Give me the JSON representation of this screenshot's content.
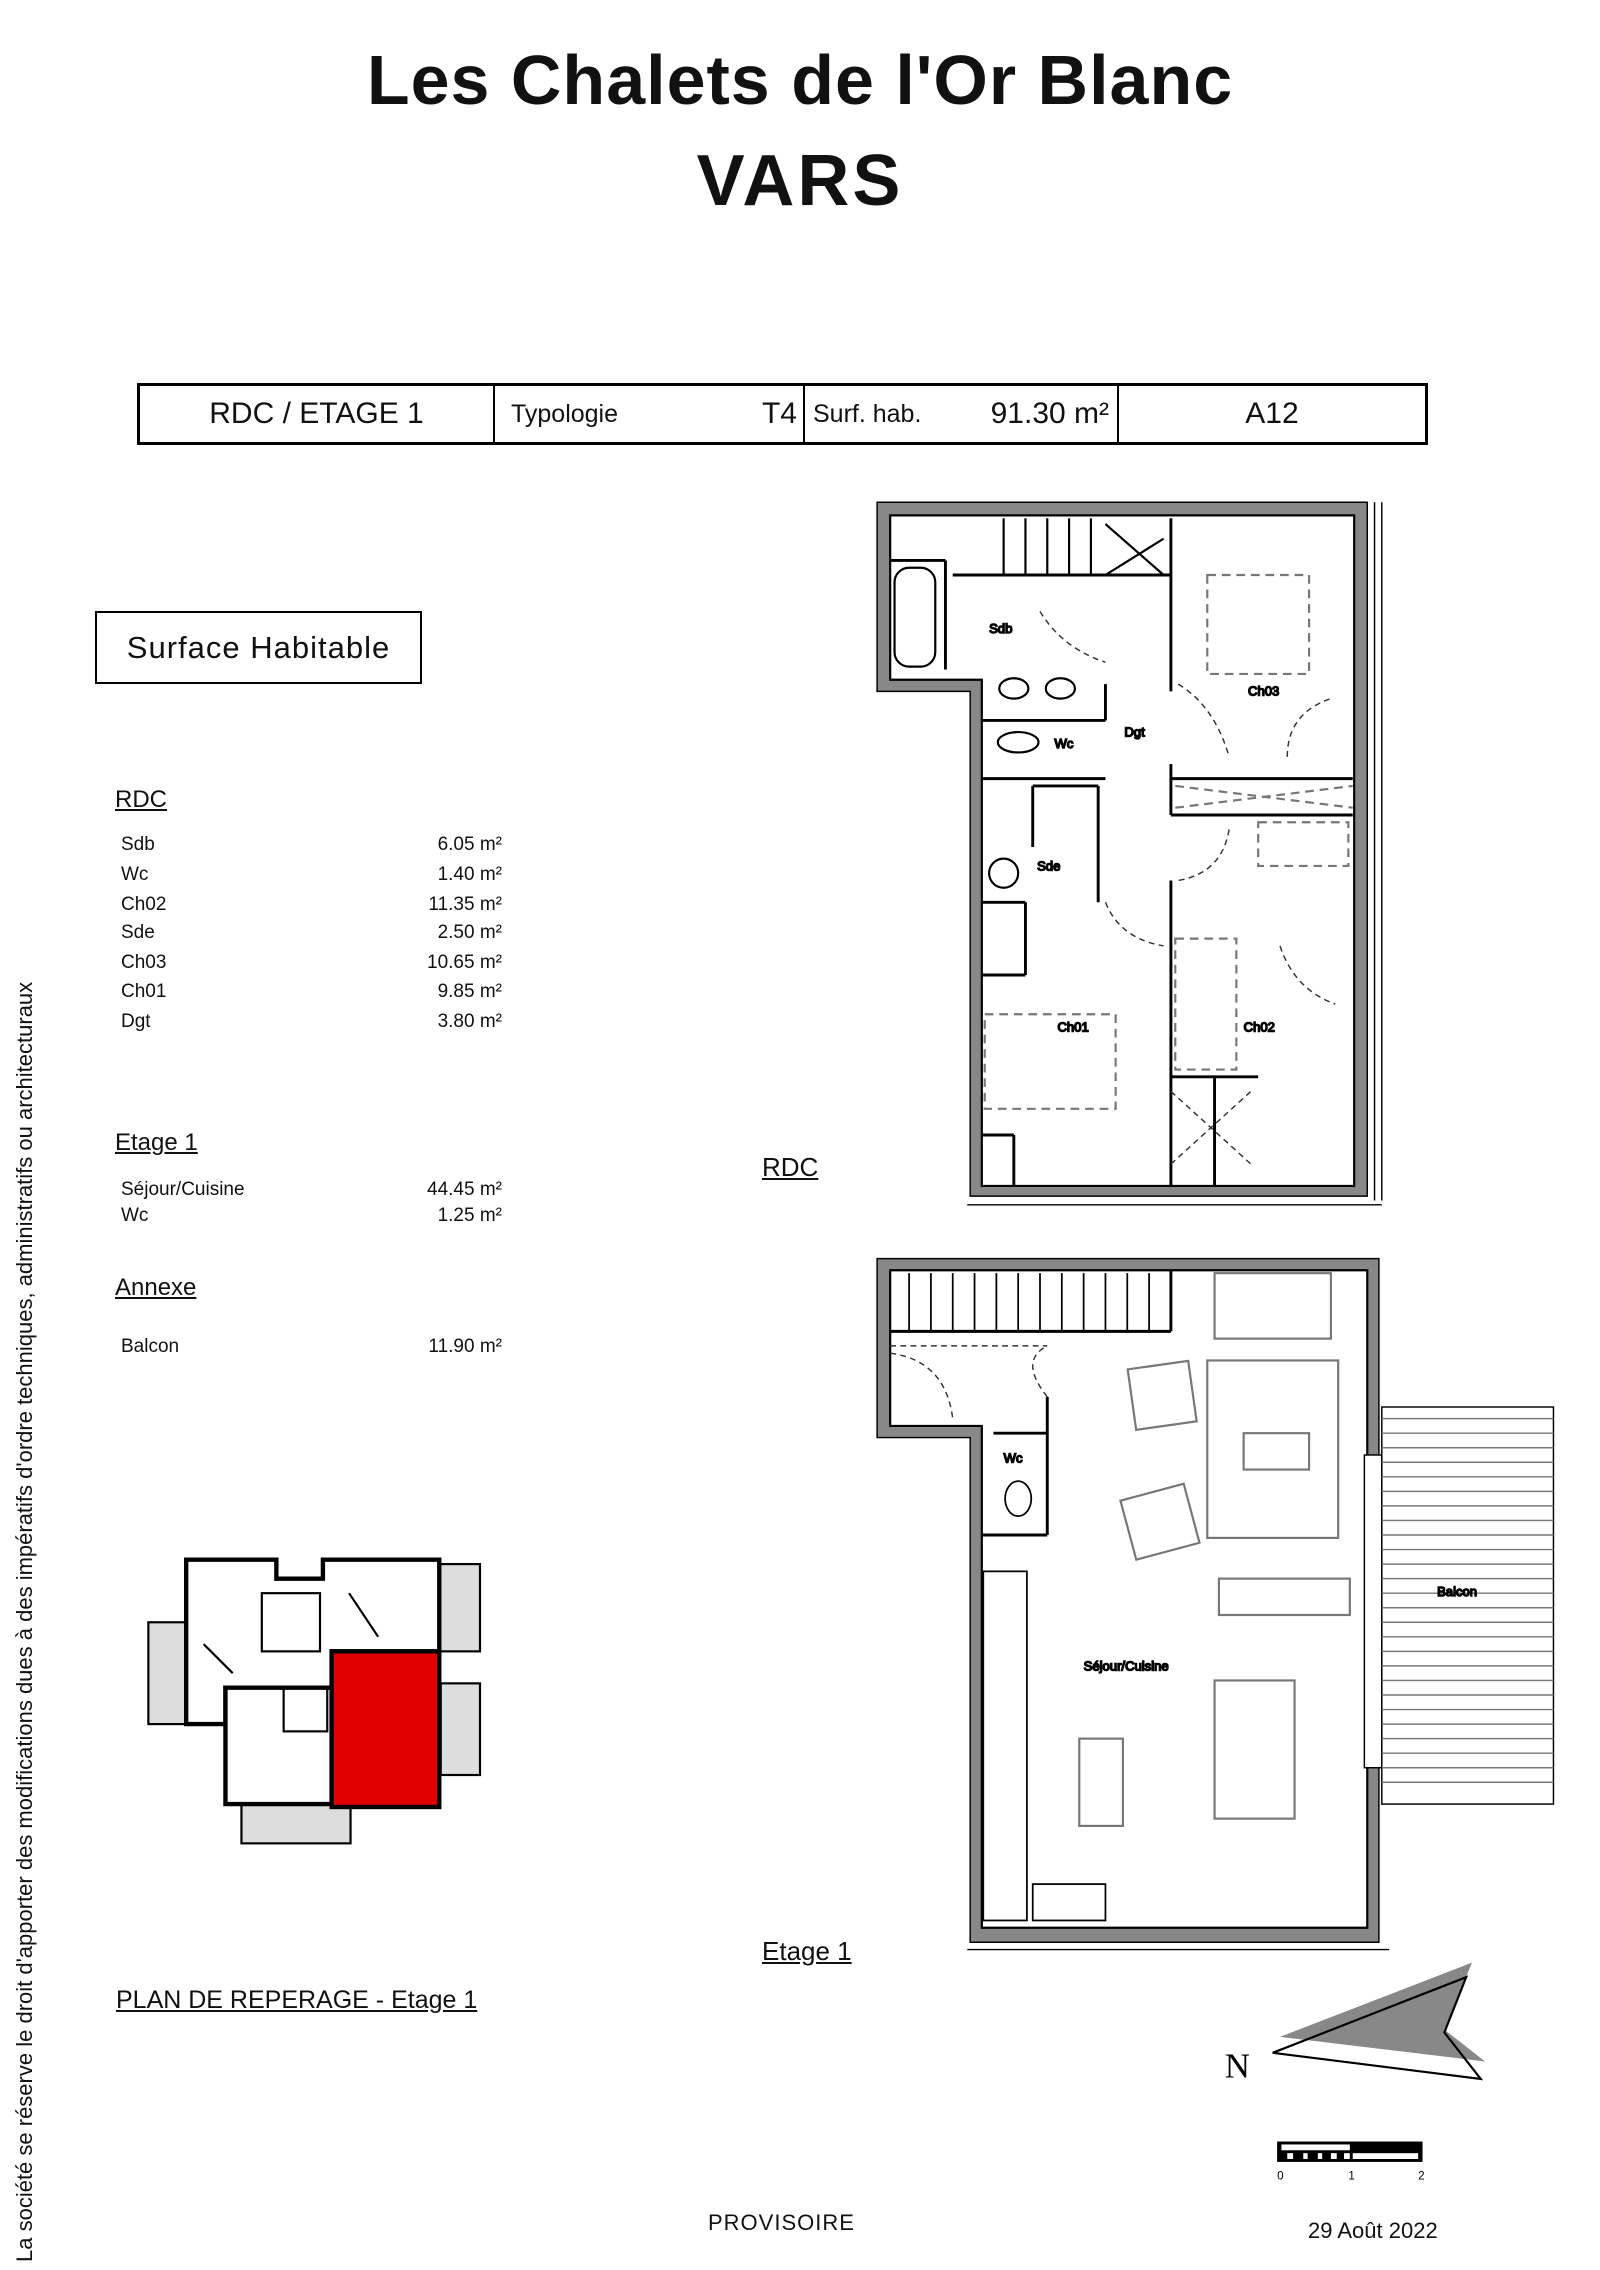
{
  "title": {
    "line1": "Les Chalets de l'Or Blanc",
    "line2": "VARS"
  },
  "header": {
    "levels": "RDC / ETAGE 1",
    "typologie_label": "Typologie",
    "typologie_value": "T4",
    "surface_label": "Surf. hab.",
    "surface_value": "91.30 m²",
    "lot": "A12"
  },
  "surface_box": "Surface Habitable",
  "sections": {
    "rdc": {
      "title": "RDC",
      "rows": [
        {
          "room": "Sdb",
          "area": "6.05 m²"
        },
        {
          "room": "Wc",
          "area": "1.40 m²"
        },
        {
          "room": "Ch02",
          "area": "11.35 m²"
        },
        {
          "room": "Sde",
          "area": "2.50 m²"
        },
        {
          "room": "Ch03",
          "area": "10.65 m²"
        },
        {
          "room": "Ch01",
          "area": "9.85 m²"
        },
        {
          "room": "Dgt",
          "area": "3.80 m²"
        }
      ]
    },
    "etage1": {
      "title": "Etage 1",
      "rows": [
        {
          "room": "Séjour/Cuisine",
          "area": "44.45 m²"
        },
        {
          "room": "Wc",
          "area": "1.25 m²"
        }
      ]
    },
    "annexe": {
      "title": "Annexe",
      "rows": [
        {
          "room": "Balcon",
          "area": "11.90 m²"
        }
      ]
    }
  },
  "locator_caption": "PLAN DE REPERAGE - Etage 1",
  "disclaimer": "La société se réserve le droit d'apporter des modifications dues à des impératifs d'ordre techniques, administratifs ou architecturaux",
  "plans": {
    "rdc": {
      "label": "RDC",
      "rooms": {
        "sdb": "Sdb",
        "wc": "Wc",
        "dgt": "Dgt",
        "ch03": "Ch03",
        "sde": "Sde",
        "ch01": "Ch01",
        "ch02": "Ch02"
      }
    },
    "etage1": {
      "label": "Etage 1",
      "rooms": {
        "wc": "Wc",
        "sejour": "Séjour/Cuisine",
        "balcon": "Balcon"
      }
    }
  },
  "north_label": "N",
  "scale": {
    "ticks": [
      "0",
      "1",
      "2"
    ]
  },
  "status": "PROVISOIRE",
  "date": "29 Août 2022",
  "colors": {
    "highlight": "#e00000",
    "wall": "#888888"
  }
}
